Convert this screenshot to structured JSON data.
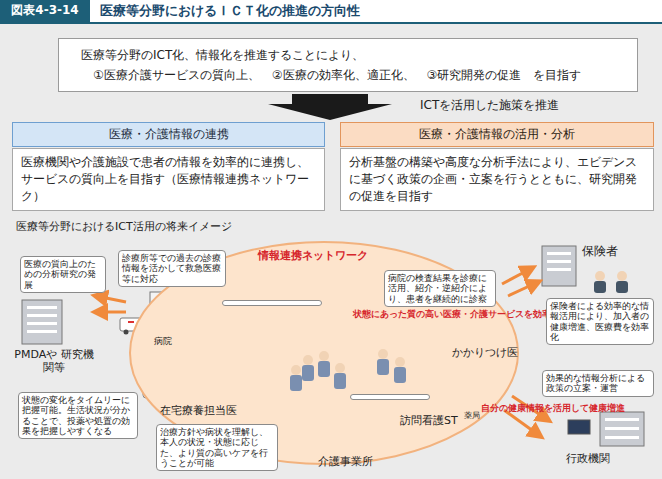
{
  "diagram": {
    "title": "医療等分野におけるＩＣＴ化の推進の方向性",
    "nodes": [
      {
        "text": [
          "医療等分野のICT化、情報化を推進することにより、",
          "①医療介護サービスの質向上、　②医療の効率化、適正化、　③研究開発の促進　を目指す"
        ]
      },
      {
        "text": [
          "医療・介護情報の連携"
        ]
      },
      {
        "text": [
          "医療機関や介護施設で患者の情報を効率的に連携し、サービスの質向上を目指す（医療情報連携ネットワーク）"
        ]
      },
      {
        "text": [
          "医療・介護情報の活用・分析"
        ]
      },
      {
        "text": [
          "分析基盤の構築や高度な分析手法により、エビデンスに基づく政策の企画・立案を行うとともに、研究開発の促進を目指す"
        ]
      },
      {
        "text": [
          "情報連携ネットワーク"
        ]
      },
      {
        "text": [
          "医療の質向上のための分析研究の発展"
        ]
      },
      {
        "text": [
          "診療所等での過去の診療情報を活かして救急医療等に対応"
        ]
      },
      {
        "text": [
          "状態にあった質の高い医療・介護サービスを効率的に受けられる"
        ],
        "in": 5
      },
      {
        "text": [
          "病院の検査結果を診療に活用、紹介・逆紹介により、患者を継続的に診察"
        ]
      },
      {
        "text": [
          "保険者による効率的な情報活用により、加入者の健康増進、医療費を効率化"
        ]
      },
      {
        "text": [
          "効果的な情報分析による政策の立案・運営"
        ]
      },
      {
        "text": [
          "状態の変化をタイムリーに把握可能。生活状況が分かることで、投薬や処置の効果を把握しやすくなる"
        ]
      },
      {
        "text": [
          "自分の健康情報を活用して健康増進"
        ],
        "in": 5
      },
      {
        "text": [
          "治療方針や病状を理解し、本人の状況・状態に応じた、より質の高いケアを行うことが可能"
        ]
      }
    ],
    "labels": [
      "図表4-3-14",
      "ICTを活用した施策を推進",
      "医療等分野におけるICT活用の将来イメージ",
      "PMDAや 研究機関等",
      "病院",
      "かかりつけ医",
      "保険者",
      "在宅療養担当医",
      "薬局",
      "訪問看護ST",
      "行政機関",
      "介護事業所"
    ]
  }
}
